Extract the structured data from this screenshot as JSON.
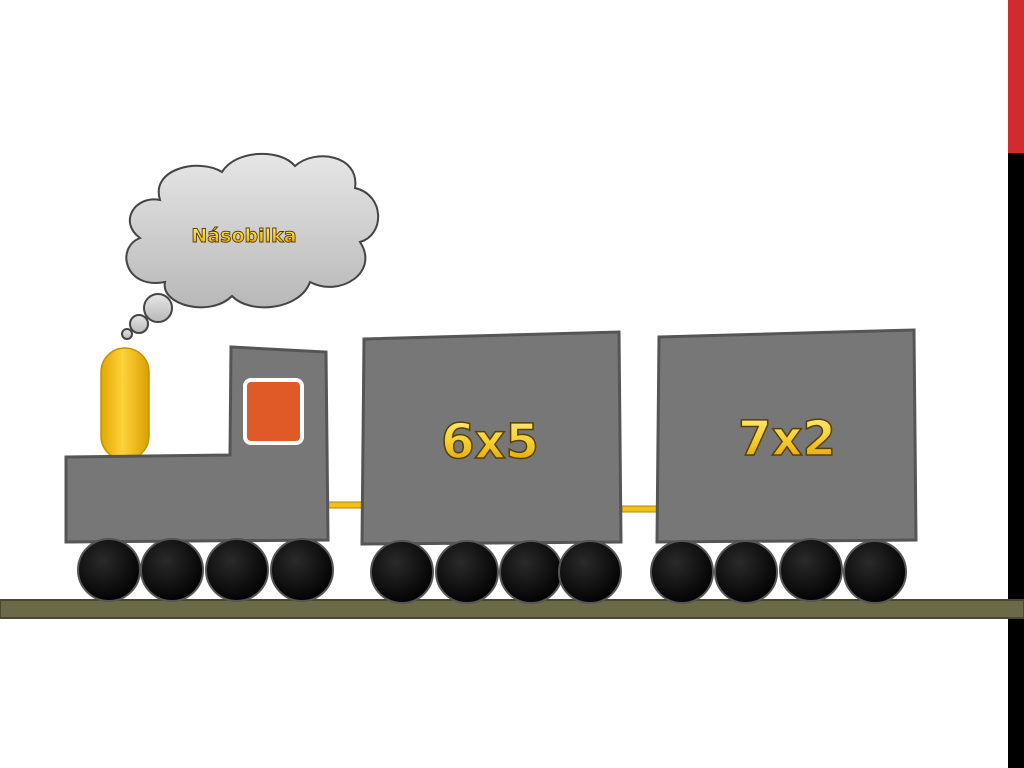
{
  "slide": {
    "cloud_text": "Násobilka",
    "wagons": [
      {
        "label": "6x5"
      },
      {
        "label": "7x2"
      }
    ]
  },
  "colors": {
    "background": "#ffffff",
    "body_gray": "#777777",
    "body_stroke": "#555555",
    "chimney_yellow": "#f4bf1a",
    "window_orange": "#e05a28",
    "wheel": "#0a0a0a",
    "rail": "#6b6a48",
    "label_fill": "#f7cf2a",
    "label_stroke": "#5a4000",
    "accent_red": "#d12a2f",
    "accent_black": "#000000"
  }
}
